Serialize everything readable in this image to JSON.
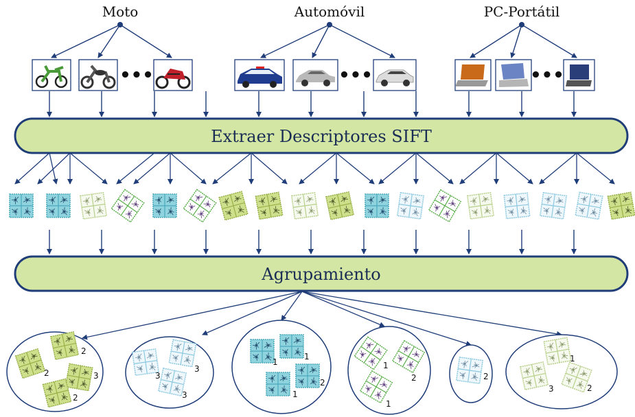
{
  "categories": [
    {
      "label": "Moto",
      "thumbs": [
        "motocross",
        "chopper",
        "sportbike"
      ]
    },
    {
      "label": "Automóvil",
      "thumbs": [
        "police-car",
        "classic-car",
        "sedan"
      ]
    },
    {
      "label": "PC-Portátil",
      "thumbs": [
        "laptop",
        "laptop",
        "laptop"
      ]
    }
  ],
  "ellipsis": "•••",
  "stage1_label": "Extraer Descriptores SIFT",
  "stage2_label": "Agrupamiento",
  "colors": {
    "bar_fill": "#d4e6a3",
    "bar_stroke": "#1f3d78",
    "arrow": "#1f3d78",
    "desc_cyan": "#8fd3df",
    "desc_lime": "#cfe08c",
    "desc_white_green": "#f6faee",
    "desc_white_blue": "#eef7fc"
  },
  "descriptors": [
    "cyan",
    "cyan",
    "white-green",
    "white-purple",
    "cyan",
    "white-purple",
    "lime",
    "lime",
    "white-green",
    "lime",
    "cyan",
    "white-blue",
    "white-purple",
    "white-green",
    "white-blue",
    "white-blue",
    "white-blue",
    "lime"
  ],
  "clusters": [
    {
      "style": "lime",
      "counts": [
        "2",
        "2",
        "3",
        "2"
      ]
    },
    {
      "style": "white-blue",
      "counts": [
        "3",
        "3",
        "3"
      ]
    },
    {
      "style": "cyan",
      "counts": [
        "1",
        "1",
        "1",
        "2"
      ]
    },
    {
      "style": "white-purple",
      "counts": [
        "1",
        "2",
        "1"
      ]
    },
    {
      "style": "white-blue",
      "counts": [
        "2"
      ]
    },
    {
      "style": "white-green",
      "counts": [
        "1",
        "3",
        "2"
      ]
    }
  ]
}
